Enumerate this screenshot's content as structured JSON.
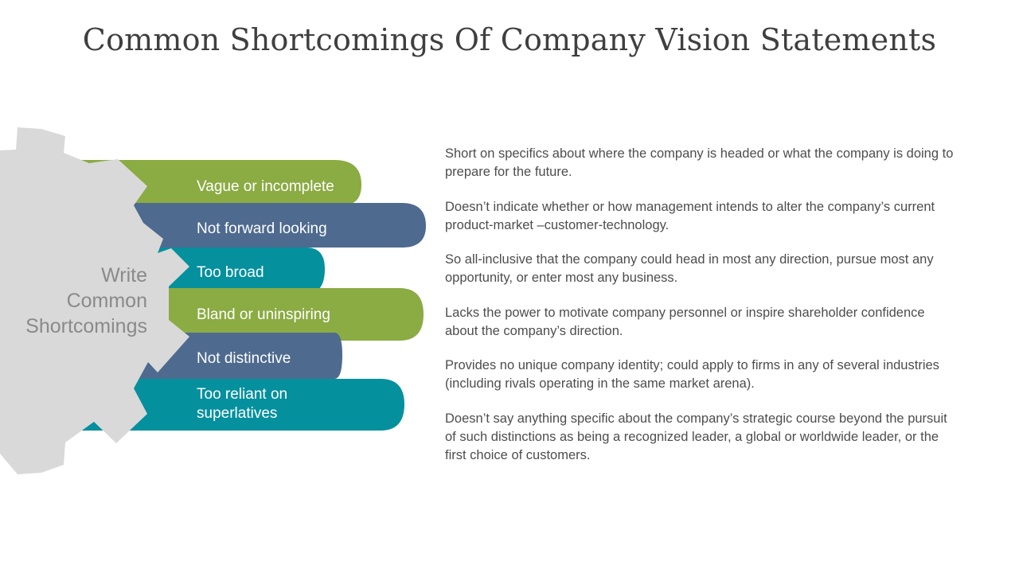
{
  "title": "Common Shortcomings Of Company Vision Statements",
  "gear": {
    "label_lines": [
      "Write",
      "Common",
      "Shortcomings"
    ]
  },
  "colors": {
    "green": "#8BAB43",
    "blue": "#4E6A8F",
    "teal": "#05909E",
    "gear": "#D9D9D9"
  },
  "shortcomings": [
    {
      "label": "Vague or incomplete",
      "color": "green"
    },
    {
      "label": "Not forward looking",
      "color": "blue"
    },
    {
      "label": "Too broad",
      "color": "teal"
    },
    {
      "label": "Bland or uninspiring",
      "color": "green"
    },
    {
      "label": "Not distinctive",
      "color": "blue"
    },
    {
      "label": "Too reliant on superlatives",
      "color": "teal"
    }
  ],
  "descriptions": [
    "Short on specifics about where the company is headed or what the company is doing to prepare for the future.",
    "Doesn’t indicate whether or how management intends to alter the company’s current product-market –customer-technology.",
    "So all-inclusive that the company could head in most any direction, pursue most any opportunity, or enter most any business.",
    "Lacks the power to motivate company personnel or inspire shareholder confidence about the company’s direction.",
    "Provides no unique company identity; could apply to firms in any of several industries (including rivals operating in the same market arena).",
    "Doesn’t say anything specific about the company’s strategic course beyond the pursuit of such distinctions as being a recognized leader, a global or worldwide leader, or the first choice of customers."
  ]
}
